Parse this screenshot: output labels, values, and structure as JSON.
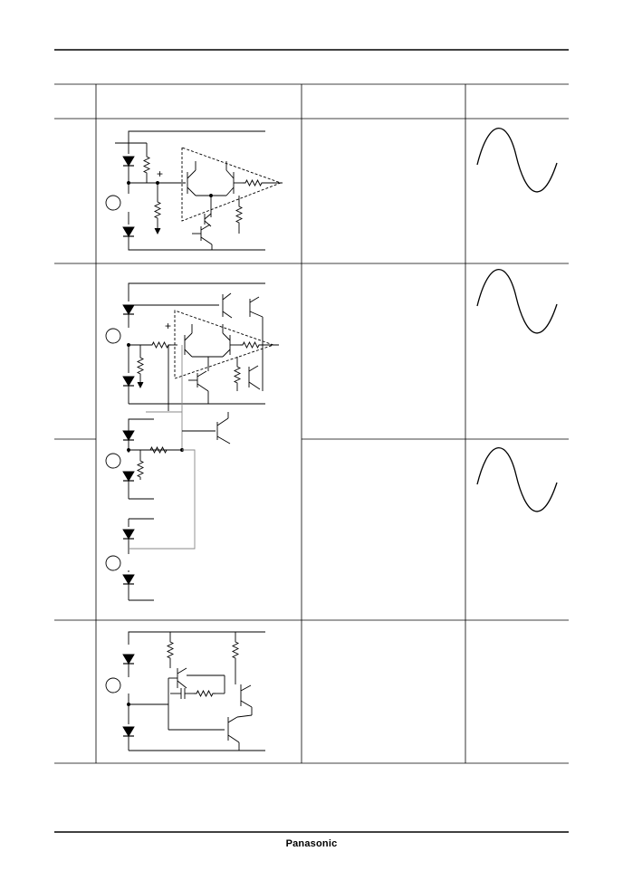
{
  "footer": {
    "brand": "Panasonic"
  },
  "table": {
    "rows": [
      {
        "id": "row-1",
        "waveform": "sine"
      },
      {
        "id": "row-2",
        "waveform": "sine"
      },
      {
        "id": "row-3",
        "waveform": "sine"
      },
      {
        "id": "row-4",
        "waveform": "none"
      }
    ],
    "headers": [
      "",
      "",
      "",
      ""
    ]
  },
  "colors": {
    "line": "#000000",
    "guide": "#888888",
    "background": "#ffffff"
  }
}
